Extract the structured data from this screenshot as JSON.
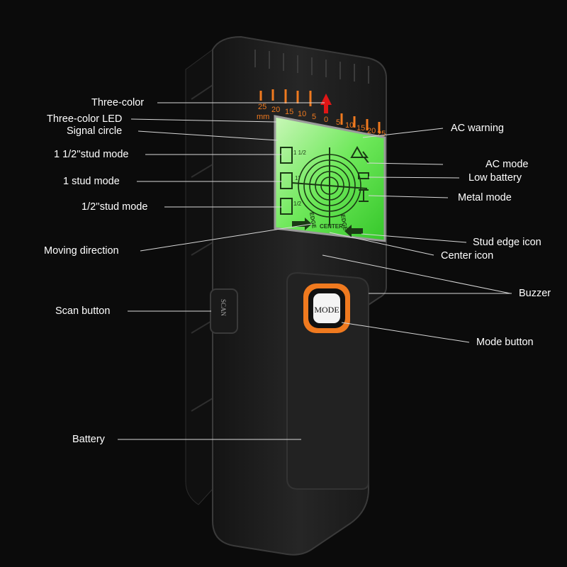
{
  "callouts": {
    "three_color": "Three-color",
    "three_color_led": "Three-color LED",
    "signal_circle": "Signal circle",
    "stud_mode_1_5": "1 1/2''stud mode",
    "stud_mode_1": "1 stud mode",
    "stud_mode_half": "1/2''stud mode",
    "moving_direction": "Moving direction",
    "scan_button": "Scan button",
    "battery": "Battery",
    "ac_warning": "AC warning",
    "ac_mode": "AC mode",
    "low_battery": "Low battery",
    "metal_mode": "Metal mode",
    "stud_edge_icon": "Stud edge icon",
    "center_icon": "Center icon",
    "buzzer": "Buzzer",
    "mode_button": "Mode button"
  },
  "device": {
    "mode_button_label": "MODE",
    "scan_button_label": "SCAN",
    "scale_left": [
      "25",
      "20",
      "15",
      "10",
      "5",
      "0"
    ],
    "scale_right": [
      "5",
      "10",
      "15",
      "20",
      "25"
    ],
    "scale_unit": "mm",
    "lcd_edge_label": "EDGE",
    "lcd_center_label": "CENTER",
    "stud_fraction_top": "1 1/2",
    "stud_fraction_mid": "1''",
    "stud_fraction_bot": "1/2"
  },
  "colors": {
    "background": "#0b0b0b",
    "device_body": "#1e1e1e",
    "lcd_green": "#5fe04a",
    "accent_orange": "#f07a1f",
    "arrow_red": "#e01616",
    "text": "#ffffff"
  }
}
